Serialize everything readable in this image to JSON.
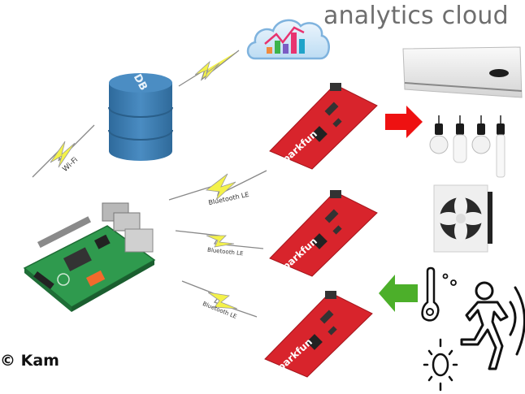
{
  "title": "analytics cloud",
  "credit": "© Kam",
  "nodes": {
    "cloud": {
      "icon": "analytics-cloud-icon",
      "bars": [
        "#f08a3c",
        "#3cb44b",
        "#7a5cc4",
        "#e8336f",
        "#1fa3c9"
      ]
    },
    "database": {
      "label": "DB",
      "color": "#3b7bb0"
    },
    "gateway": {
      "icon": "raspberry-pi-board"
    },
    "boards": [
      {
        "label": "sparkfun",
        "color": "#d8242c"
      },
      {
        "label": "sparkfun",
        "color": "#d8242c"
      },
      {
        "label": "sparkfun",
        "color": "#d8242c"
      }
    ],
    "actuators": [
      "air-conditioner",
      "light-bulbs",
      "exhaust-fan"
    ],
    "sensors": [
      "temperature-humidity",
      "light",
      "motion"
    ]
  },
  "links": {
    "wifi": "Wi-Fi",
    "ble": [
      "Bluetooth LE",
      "Bluetooth LE",
      "Bluetooth LE"
    ]
  },
  "arrows": {
    "output_color": "#ee1111",
    "input_color": "#4caf2a"
  }
}
